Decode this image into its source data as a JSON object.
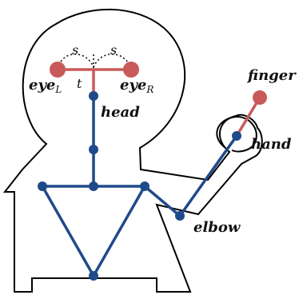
{
  "labels": {
    "finger": "finger",
    "hand": "hand",
    "head": "head",
    "elbow": "elbow",
    "eye_left_base": "eye",
    "eye_left_sub": "L",
    "eye_right_base": "eye",
    "eye_right_sub": "R",
    "spacing_left": "s",
    "spacing_right": "s",
    "offset": "t"
  },
  "colors": {
    "outline": "#000000",
    "skeleton": "#1f4a8a",
    "accent": "#c85a5a",
    "dotted": "#000000"
  }
}
